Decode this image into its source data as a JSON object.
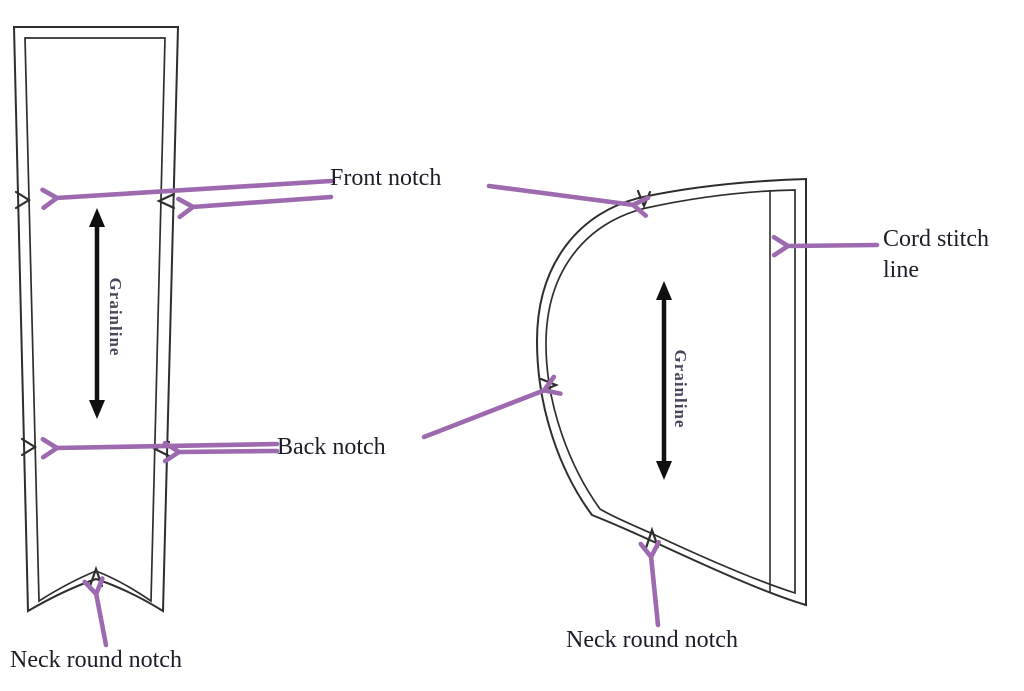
{
  "colors": {
    "accent": "#9d6ab0",
    "outline": "#2e2e2e",
    "ink": "#1d1d28",
    "grain_text": "#46465a",
    "grain_arrow": "#101010",
    "bg": "#ffffff"
  },
  "labels": {
    "front_notch": "Front notch",
    "back_notch": "Back notch",
    "cord_stitch": "Cord stitch line",
    "neck_round_left": "Neck round notch",
    "neck_round_right": "Neck round notch"
  },
  "pieces": {
    "left_strip": {
      "grainline": "Grainline"
    },
    "side_panel": {
      "grainline": "Grainline"
    }
  }
}
